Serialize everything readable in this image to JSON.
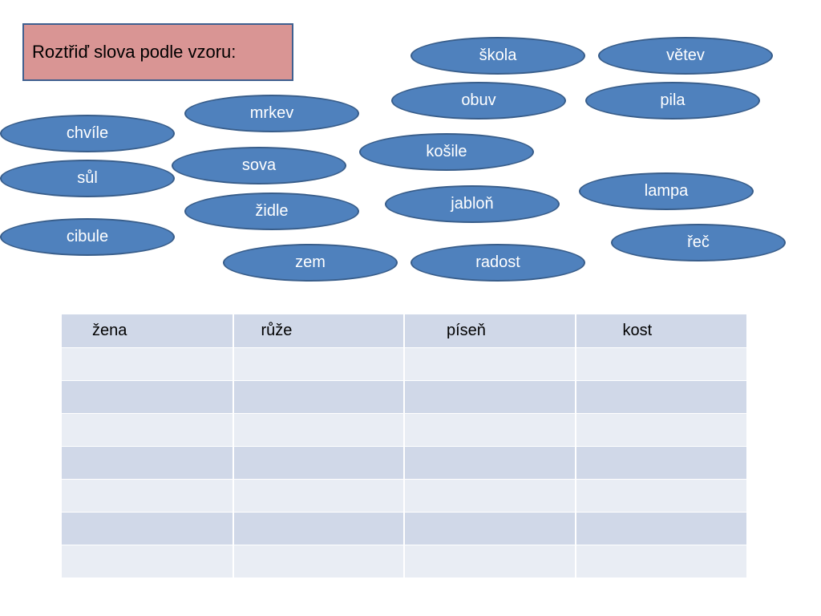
{
  "instruction": "Roztřiď slova podle vzoru:",
  "words": [
    "škola",
    "větev",
    "obuv",
    "pila",
    "mrkev",
    "chvíle",
    "košile",
    "sova",
    "sůl",
    "lampa",
    "jabloň",
    "židle",
    "cibule",
    "řeč",
    "zem",
    "radost"
  ],
  "table": {
    "headers": [
      "žena",
      "růže",
      "píseň",
      "kost"
    ],
    "empty_rows": 7
  },
  "colors": {
    "task_box": "#d99594",
    "word_fill": "#4f81bd",
    "word_border": "#385d8a",
    "table_header": "#d0d8e8",
    "table_row_light": "#e9edf4"
  }
}
